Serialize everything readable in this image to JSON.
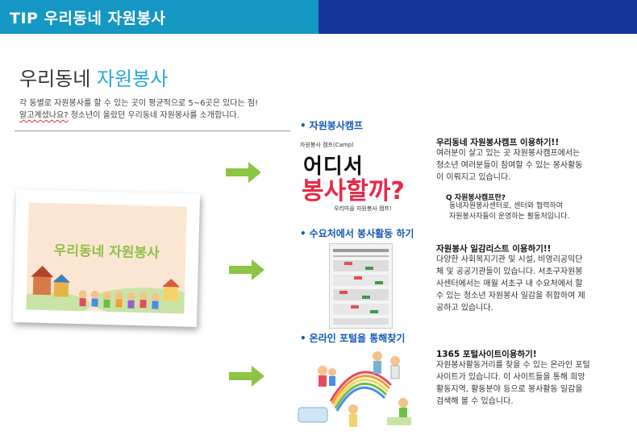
{
  "header": {
    "title": "TIP 우리동네 자원봉사",
    "colors": {
      "teal": "#1597c4",
      "navy": "#13349a"
    }
  },
  "main_title": {
    "part1": "우리동네 ",
    "part2": "자원봉사"
  },
  "intro": {
    "line1": "각 동별로 자원봉사를 할 수 있는 곳이 평균적으로 5~6곳은 있다는 점!",
    "line2_a": "알고계셨나요?",
    "line2_b": " 청소년이 올랐던 우리동네 자원봉사를 소개합니다."
  },
  "card": {
    "text": "우리동네 자원봉사"
  },
  "sections": [
    {
      "bullet": "•",
      "heading": "자원봉사캠프",
      "thumb": {
        "small": "자원봉사 캠프(Camp)",
        "big1": "어디서",
        "big2": "봉사할까?",
        "sub": "우리마을 자원봉사 캠프!"
      },
      "desc_title": "우리동네 자원봉사캠프 이용하기!!",
      "desc_lines": [
        "여러분이 살고 있는 곳 자원봉사캠프에서는",
        "청소년 여러분들이 참여할 수 있는 봉사활동",
        "이 이뤄지고 있습니다."
      ],
      "q_title": "Q 자원봉사캠프란?",
      "q_lines": [
        "동네자원봉사센터로,  센터와 협력하여",
        "자원봉사자들이 운영하는 활동처입니다."
      ]
    },
    {
      "bullet": "•",
      "heading": "수요처에서 봉사활동 하기",
      "desc_title": "자원봉사 일감리스트 이용하기!!",
      "desc_lines": [
        "다양한 사회복지기관 및 시설, 비영리공익단",
        "체 및 공공기관들이 있습니다. 서초구자원봉",
        "사센터에서는 매월 서초구 내 수요처에서 할",
        "수 있는 청소년 자원봉사 일감을 취합하여 제",
        "공하고 있습니다."
      ]
    },
    {
      "bullet": "•",
      "heading": "온라인 포털을 통해찾기",
      "desc_title": "1365 포털사이트이용하기!",
      "desc_lines": [
        "자원봉사활동거리를 찾을 수 있는 온라인 포털",
        "사이트가 있습니다. 이 사이트들을 통해 희망",
        "활동지역, 활동분야 등으로 봉사활동 일감을",
        "검색해 볼 수 있습니다."
      ]
    }
  ],
  "icons": {
    "arrow": "right-arrow-icon",
    "arrow_color": "#8cc443"
  }
}
